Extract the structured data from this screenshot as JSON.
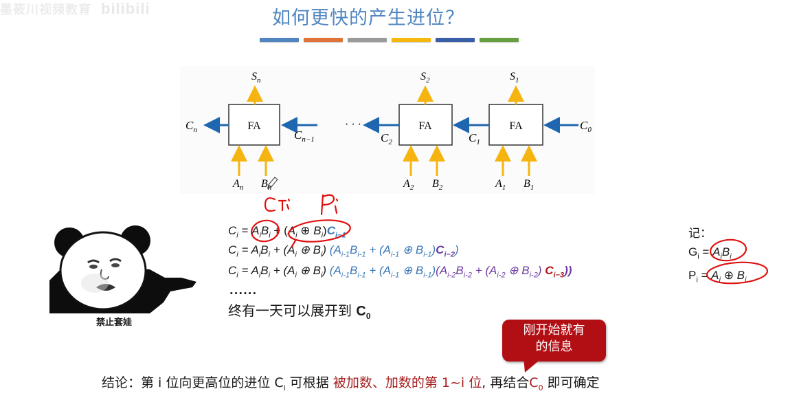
{
  "watermark": {
    "text": "墨筱川视频教育",
    "logo": "bilibili"
  },
  "title": "如何更快的产生进位？",
  "divider_colors": [
    "#4f86c0",
    "#e0733a",
    "#9a9a9a",
    "#f5b80f",
    "#3c5ea8",
    "#64a03e"
  ],
  "diagram": {
    "blocks": [
      {
        "label": "FA",
        "sum": "S",
        "sum_sub": "n",
        "a": "A",
        "a_sub": "n",
        "b": "B",
        "b_sub": "n",
        "carry_out": "C",
        "carry_out_sub": "n",
        "carry_in": "C",
        "carry_in_sub": "n−1"
      },
      {
        "label": "FA",
        "sum": "S",
        "sum_sub": "2",
        "a": "A",
        "a_sub": "2",
        "b": "B",
        "b_sub": "2",
        "carry_out": "C",
        "carry_out_sub": "2"
      },
      {
        "label": "FA",
        "sum": "S",
        "sum_sub": "1",
        "a": "A",
        "a_sub": "1",
        "b": "B",
        "b_sub": "1",
        "carry_out": "C",
        "carry_out_sub": "1",
        "carry_in": "C",
        "carry_in_sub": "0"
      }
    ],
    "ellipsis": "· · ·",
    "arrow_colors": {
      "carry": "#1f66b0",
      "io": "#f5b40f"
    }
  },
  "handwriting": {
    "g_label": "Gi",
    "p_label": "Pi",
    "color": "#e01010"
  },
  "formulas": {
    "line1": {
      "lhs": "C",
      "lhs_sub": "i",
      "eq": " = ",
      "t1": "A",
      "t1_sub": "i",
      "t2": "B",
      "t2_sub": "i",
      "plus": " + (",
      "a": "A",
      "a_sub": "i",
      "xor": " ⊕ ",
      "b": "B",
      "b_sub": "i",
      "close": ")",
      "c": "C",
      "c_sub": "i−1"
    },
    "line2": {
      "prefix": "C",
      "prefix_sub": "i",
      "body": " = A",
      "rest_black": "B",
      "open_blue": " (A",
      "blue_sub1": "i-1",
      "blue_b": "B",
      "blue_sub2": "i-1",
      "blue_plus": " + (A",
      "blue_sub3": "i-1",
      "blue_xor": " ⊕ B",
      "blue_sub4": "i-1",
      "blue_close": ")",
      "purple_c": "C",
      "purple_sub": "i−2",
      "end": ")"
    },
    "line3": {
      "purple_open": "(A",
      "purple_sub1": "i-2",
      "purple_b": "B",
      "purple_sub2": "i-2",
      "purple_plus": " + (A",
      "purple_sub3": "i-2",
      "purple_xor": " ⊕ B",
      "purple_sub4": "i-2",
      "purple_close": ") ",
      "red_c": "C",
      "red_sub": "i−3",
      "end": "))"
    },
    "ellipsis": "......",
    "expand_text": "终有一天可以展开到 ",
    "expand_c": "C",
    "expand_c_sub": "0"
  },
  "note": {
    "heading": "记：",
    "g_lhs": "G",
    "g_lhs_sub": "i",
    "g_eq": " = ",
    "g_a": "A",
    "g_a_sub": "i",
    "g_b": "B",
    "g_b_sub": "i",
    "p_lhs": "P",
    "p_lhs_sub": "i",
    "p_eq": " = ",
    "p_a": "A",
    "p_a_sub": "i",
    "p_xor": " ⊕ ",
    "p_b": "B",
    "p_b_sub": "i"
  },
  "meme": {
    "caption": "禁止套娃"
  },
  "callout": {
    "line1": "刚开始就有",
    "line2": "的信息"
  },
  "conclusion": {
    "prefix": "结论：第 i 位向更高位的进位 C",
    "prefix_sub": "i",
    "mid": " 可根据 ",
    "highlight": "被加数、加数的第 1~i 位",
    "suffix1": ", 再结合",
    "c0": "C",
    "c0_sub": "0",
    "suffix2": " 即可确定"
  }
}
